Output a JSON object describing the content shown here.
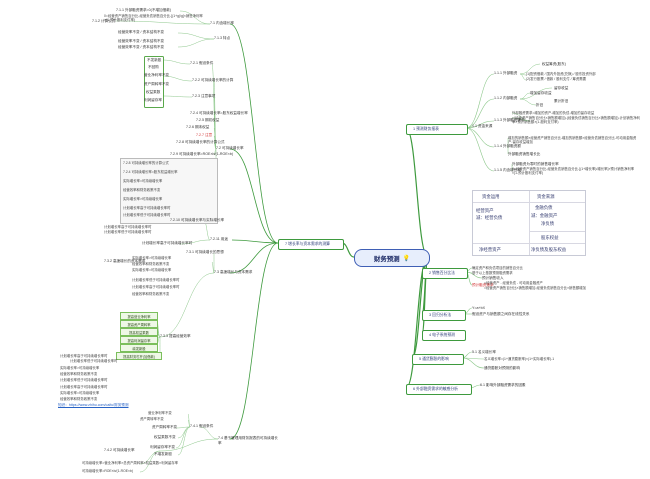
{
  "root": {
    "title": "财务预测",
    "icon": "lightbulb-icon"
  },
  "right": {
    "b1": {
      "title": "1 预测财务报表",
      "l1": "1.1 资金来源",
      "l2": "1.1.1 外部融资",
      "l2a": "权益筹资(股东)",
      "l2b": "(1)配资借款 / 国内外投资(兑换) / 股东投资外部",
      "l2c": "(2)发行股票 / 借款 / 股利支付 / 筹资需要",
      "l3": "1.1.2 内部融资",
      "l3a": "留存收益",
      "l3b": "增加留存收益",
      "l3c": "折旧",
      "l3d": "累计折旧",
      "l4": "1.1.3 外部融资需求",
      "l4a": "外部融资需求=增加的资产-增加的负债-增加的留存收益",
      "l4b": "=(经营资产销售百分比×销售额增加)-(经营负债销售百分比×销售额增加)-计划销售净利率×预计销售额×(1-股利支付率)",
      "l5": "1.1.4 外部融资额",
      "l5a": "增加的销售额×经营资产销售百分比-增加的销售额×经营负债销售百分比-可动用金融资产-留存收益增加",
      "l5b": "外部融资销售增长比",
      "l6": "1.1.5 内含增长率",
      "l6a": "外部融资为零时的销售增长率",
      "l6b": "0=经营资产销售百分比-经营负债销售百分比-[(1+增长率)/增长率]×预计销售净利率×(1-预计股利支付率)"
    },
    "table": {
      "h1": "资金运用",
      "h2": "资金来源",
      "c1": "经营资产",
      "c2": "减：经营负债",
      "c3": "金融负债",
      "c4": "减：金融资产",
      "c5": "净负债",
      "c6": "股东权益",
      "c7": "净经营资产",
      "c8": "净负债及股东权益"
    },
    "b2": {
      "title": "2 销售百分比法",
      "a1": "确定资产和负债项目的销售百分比",
      "a2": "基于以上基数预测融资需求",
      "a3": "预计销售收入",
      "a4": "预计融资需求",
      "a5": "=经营资产 - 经营负债 - 可动用金融资产",
      "a6": "=经营资产销售百分比×销售额增加-经营负债销售百分比×销售额增加"
    },
    "b3": {
      "title": "3 回归分析法",
      "a1": "Y=a+bX",
      "a2": "假设资产与销售额之间存在线性关系"
    },
    "b4": {
      "title": "4 电子系统预测"
    },
    "b5": {
      "title": "5 通货膨胀的影响",
      "a1": "5.1 名义增长率",
      "a2": "名义增长率=(1+通货膨胀率)×(1+实际增长率)-1",
      "a3": "通货膨胀对预测的影响"
    },
    "b6": {
      "title": "6 外部融资需求的敏感分析",
      "a1": "6.1 影响外部融资需求的因素"
    }
  },
  "left": {
    "b7": {
      "title": "7 增长率与资本需求的测算",
      "s71": "7.1 内含增长率",
      "s711": "7.1.1 外部融资需求=0(不增加借款)",
      "s712": "7.1.2 计算公式",
      "s712a": "0=经营资产销售百分比-经营负债销售百分比-[(1+g)/g]×销售净利率×(1-预计股利支付率)",
      "s713": "7.1.3 特点",
      "s713a": "经营效率不变 / 资本结构不变",
      "s72": "7.2 可持续增长率",
      "p721": "7.2.1 假设条件",
      "p722": "7.2.2 可持续增长率的计算",
      "p723": "7.2.3 注意事项",
      "k1": "不发新股",
      "k2": "不回购",
      "k3": "营业净利率不变",
      "k4": "资产周转率不变",
      "k5": "权益乘数",
      "k6": "利润留存率",
      "s724": "7.2.4 可持续增长率=股东权益增长率",
      "s725": "7.2.5 期初权益",
      "s726": "7.2.6 期末权益",
      "s727": "7.2.7 注意",
      "s728": "7.2.8 可持续增长率的计算公式",
      "s729": "7.2.9 可持续增长率=ROE×b/(1-ROE×b)",
      "s7210": "7.2.10 可持续增长率与实际增长率",
      "s7211": "7.2.11 用途",
      "s7211a": "计划增长率高于可持续增长率时",
      "s7211b": "计划增长率低于可持续增长率时",
      "g1": "实际增长率=可持续增长率",
      "g2": "经营效率和财务政策不变",
      "g3": "实际增长率>可持续增长率",
      "s73": "7.3 高速增长与资本需求",
      "s731": "7.3.1 可持续增长的思想",
      "s732": "7.3.2 高速增长的资本需求",
      "s733": "7.3.3 提高经营效率",
      "e1": "提高营业净利率",
      "e2": "提高资产周转率",
      "e3": "提高权益乘数",
      "e4": "提高利润留存率",
      "e5": "增发新股",
      "e6": "提高财务杠杆(加借款)",
      "link": "知识：https://www.zhihu.com/caifu/财务预测",
      "s74": "7.4 基于管理用财务报表的可持续增长率",
      "s741": "7.4.1 假设条件",
      "f1": "营业净利率不变",
      "f2": "资产周转率不变",
      "f3": "权益乘数不变",
      "f4": "利润留存率不变",
      "f5": "不增发新股",
      "s742": "7.4.2 可持续增长率",
      "s742a": "可持续增长率=营业净利率×总资产周转率×权益乘数×利润留存率",
      "s742b": "可持续增长率=ROE×b/(1-ROE×b)"
    }
  }
}
